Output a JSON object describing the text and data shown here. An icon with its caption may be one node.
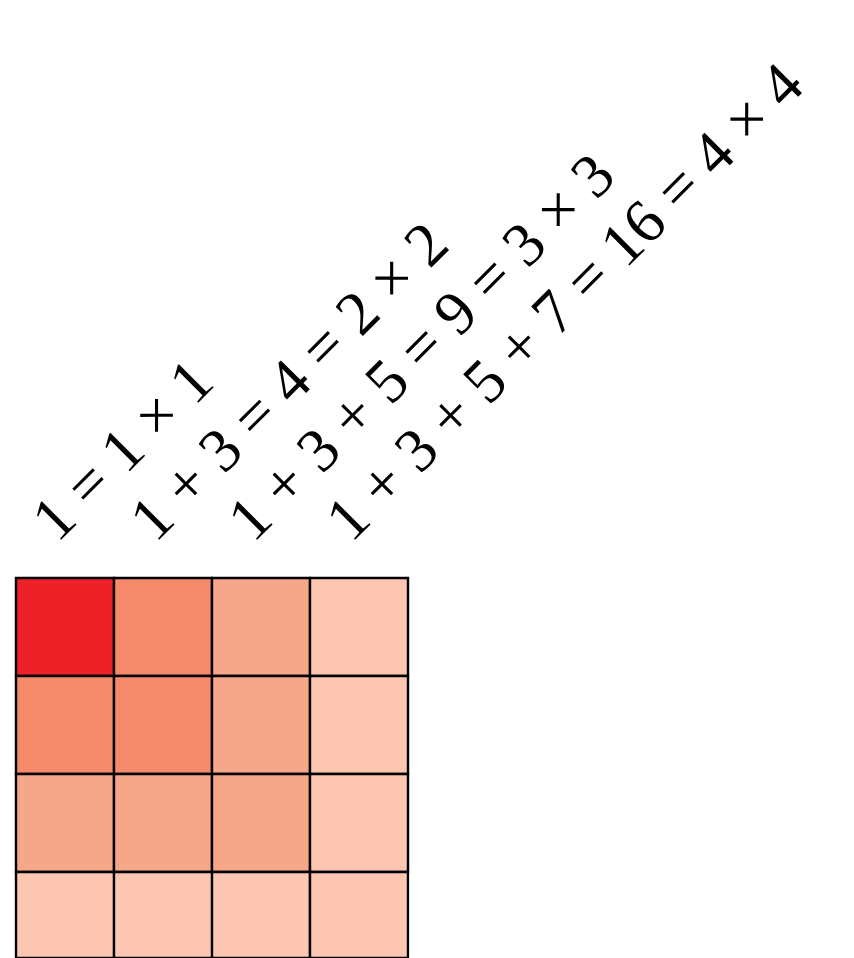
{
  "diagram": {
    "nodes": [
      {
        "text": [],
        "shape": "box"
      },
      {
        "text": [],
        "shape": "box"
      },
      {
        "text": [],
        "shape": "box"
      },
      {
        "text": [],
        "shape": "box"
      },
      {
        "text": [],
        "shape": "box"
      },
      {
        "text": [],
        "shape": "box"
      },
      {
        "text": [],
        "shape": "box"
      },
      {
        "text": [],
        "shape": "box"
      },
      {
        "text": [],
        "shape": "box"
      },
      {
        "text": [],
        "shape": "box"
      },
      {
        "text": [],
        "shape": "box"
      },
      {
        "text": [],
        "shape": "box"
      },
      {
        "text": [],
        "shape": "box"
      },
      {
        "text": [],
        "shape": "box"
      },
      {
        "text": [],
        "shape": "box"
      },
      {
        "text": [],
        "shape": "box"
      }
    ],
    "labels": [
      "1 = 1 × 1",
      "1 + 3 = 4 = 2 × 2",
      "1 + 3 + 5 = 9 = 3 × 3",
      "1 + 3 + 5 + 7 = 16 = 4 × 4"
    ]
  }
}
